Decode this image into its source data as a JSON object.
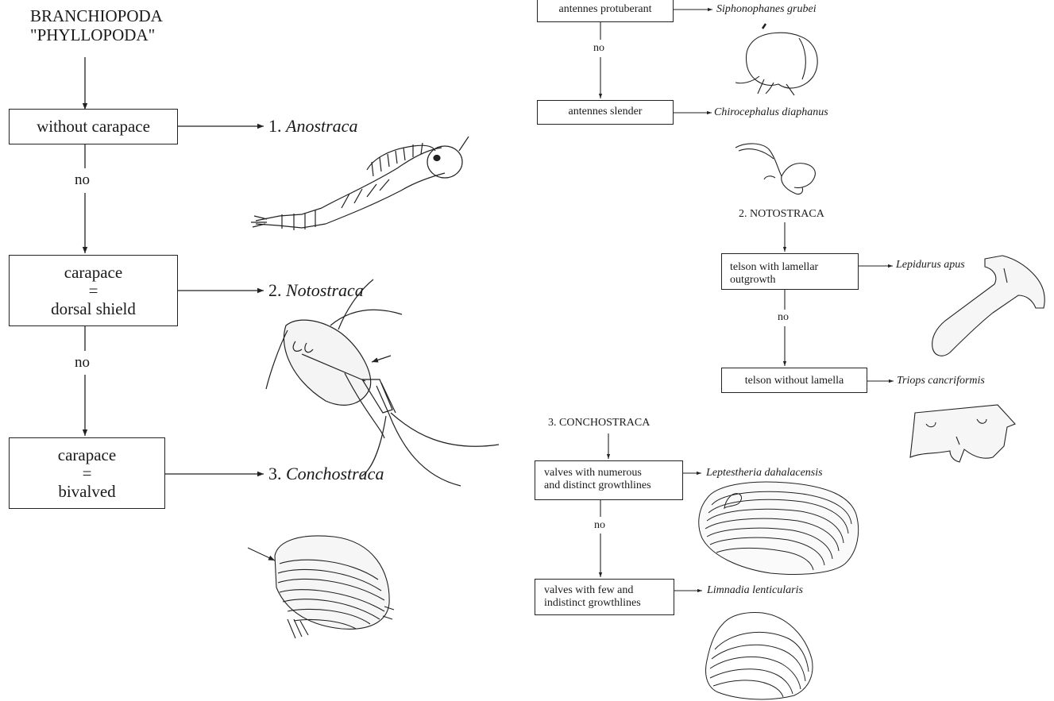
{
  "left": {
    "title_line1": "BRANCHIOPODA",
    "title_line2": "\"PHYLLOPODA\"",
    "box1": "without carapace",
    "box2_line1": "carapace",
    "box2_line2": "=",
    "box2_line3": "dorsal shield",
    "box3_line1": "carapace",
    "box3_line2": "=",
    "box3_line3": "bivalved",
    "no_label": "no",
    "result1_num": "1.",
    "result1_name": "Anostraca",
    "result2_num": "2.",
    "result2_name": "Notostraca",
    "result3_num": "3.",
    "result3_name": "Conchostraca"
  },
  "anostraca_key": {
    "box1": "antennes protuberant",
    "species1": "Siphonophanes grubei",
    "box2": "antennes slender",
    "species2": "Chirocephalus diaphanus",
    "no_label": "no"
  },
  "notostraca_key": {
    "heading": "2. NOTOSTRACA",
    "box1_line1": "telson with lamellar",
    "box1_line2": "outgrowth",
    "species1": "Lepidurus apus",
    "box2": "telson without lamella",
    "species2": "Triops cancriformis",
    "no_label": "no"
  },
  "conchostraca_key": {
    "heading": "3. CONCHOSTRACA",
    "box1_line1": "valves with numerous",
    "box1_line2": "and distinct growthlines",
    "species1": "Leptestheria dahalacensis",
    "box2_line1": "valves with few and",
    "box2_line2": "indistinct growthlines",
    "species2": "Limnadia lenticularis",
    "no_label": "no"
  },
  "colors": {
    "ink": "#222222",
    "stipple": "#555555",
    "background": "#ffffff"
  },
  "illustrations": [
    "anostraca-drawing",
    "notostraca-drawing",
    "conchostraca-drawing",
    "siphonophanes-antenna-drawing",
    "chirocephalus-antenna-drawing",
    "lepidurus-telson-drawing",
    "triops-telson-drawing",
    "leptestheria-valve-drawing",
    "limnadia-valve-drawing"
  ]
}
